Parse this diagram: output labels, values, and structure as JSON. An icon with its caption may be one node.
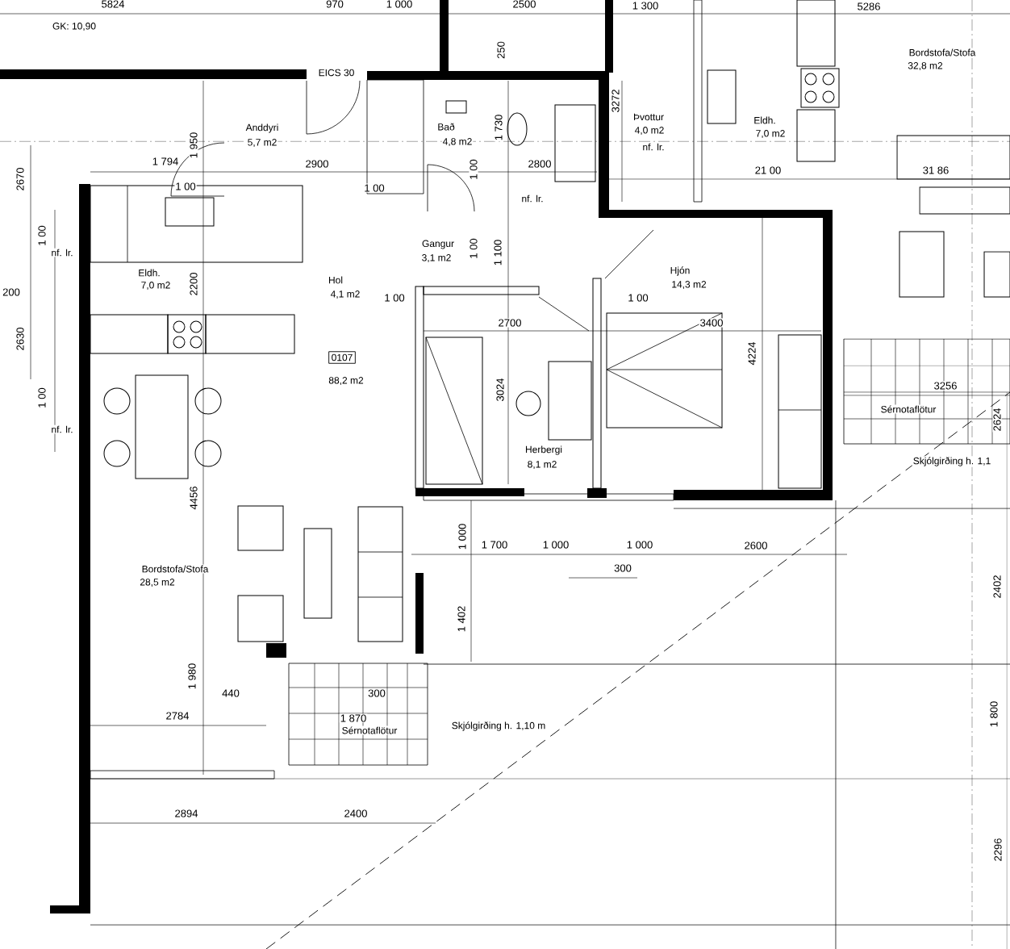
{
  "diagram": {
    "labels": [
      "5824",
      "970",
      "1 000",
      "2500",
      "1 300",
      "5286",
      "GK: 10,90",
      "250",
      "EICS 30",
      "Anddyri",
      "5,7 m2",
      "Bað",
      "4,8 m2",
      "1 730",
      "3272",
      "Þvottur",
      "4,0 m2",
      "nf. lr.",
      "Eldh.",
      "7,0 m2",
      "Bordstofa/Stofa",
      "32,8 m2",
      "1 950",
      "1 794",
      "2900",
      "2800",
      "21 00",
      "31 86",
      "2670",
      "1 00",
      "1 00",
      "1 00",
      "nf. lr.",
      "1 00",
      "nf. lr.",
      "Eldh.",
      "7,0 m2",
      "2200",
      "Hol",
      "4,1 m2",
      "Gangur",
      "3,1 m2",
      "1 00",
      "1 100",
      "Hjón",
      "14,3 m2",
      "1 00",
      "1 00",
      "200",
      "2700",
      "3400",
      "2630",
      "0107",
      "88,2 m2",
      "3024",
      "4224",
      "3256",
      "Sérnotaflötur",
      "2624",
      "1 00",
      "nf. lr.",
      "Herbergi",
      "8,1 m2",
      "Skjólgirðing h. 1,1",
      "4456",
      "1 000",
      "1 700",
      "1 000",
      "1 000",
      "2600",
      "Bordstofa/Stofa",
      "28,5 m2",
      "300",
      "1 402",
      "2402",
      "1 980",
      "440",
      "300",
      "1 870",
      "Sérnotaflötur",
      "Skjólgirðing h. 1,10 m",
      "2784",
      "1 800",
      "2894",
      "2400",
      "2296"
    ]
  }
}
